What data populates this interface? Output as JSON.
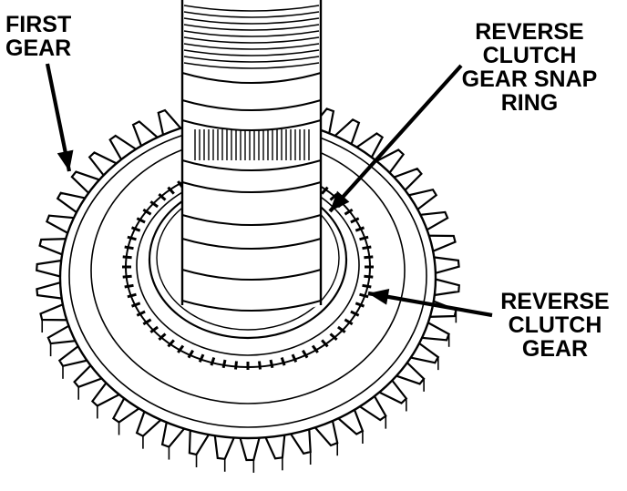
{
  "labels": {
    "first_gear": [
      "FIRST",
      "GEAR"
    ],
    "snap_ring": [
      "REVERSE",
      "CLUTCH",
      "GEAR SNAP",
      "RING"
    ],
    "reverse_clutch_gear": [
      "REVERSE",
      "CLUTCH",
      "GEAR"
    ]
  },
  "colors": {
    "ink": "#000000",
    "paper": "#ffffff"
  }
}
